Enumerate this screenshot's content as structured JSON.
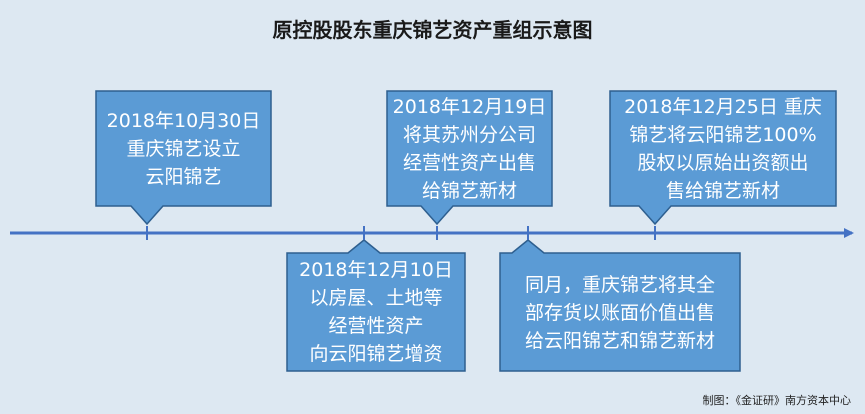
{
  "title": "原控股股东重庆锦艺资产重组示意图",
  "colors": {
    "background": "#dde8f2",
    "callout_fill": "#5b9bd5",
    "callout_stroke": "#2e5f8f",
    "axis": "#4472c4"
  },
  "events": [
    {
      "lines": [
        "2018年10月30日",
        "重庆锦艺设立",
        "云阳锦艺"
      ]
    },
    {
      "lines": [
        "2018年12月10日",
        "以房屋、土地等",
        "经营性资产",
        "向云阳锦艺增资"
      ]
    },
    {
      "lines": [
        "2018年12月19日",
        "将其苏州分公司",
        "经营性资产出售",
        "给锦艺新材"
      ]
    },
    {
      "lines": [
        "同月，重庆锦艺将其全",
        "部存货以账面价值出售",
        "给云阳锦艺和锦艺新材"
      ]
    },
    {
      "lines": [
        "2018年12月25日 重庆",
        "锦艺将云阳锦艺100%",
        "股权以原始出资额出",
        "售给锦艺新材"
      ]
    }
  ],
  "footer": "制图：《金证研》南方资本中心"
}
